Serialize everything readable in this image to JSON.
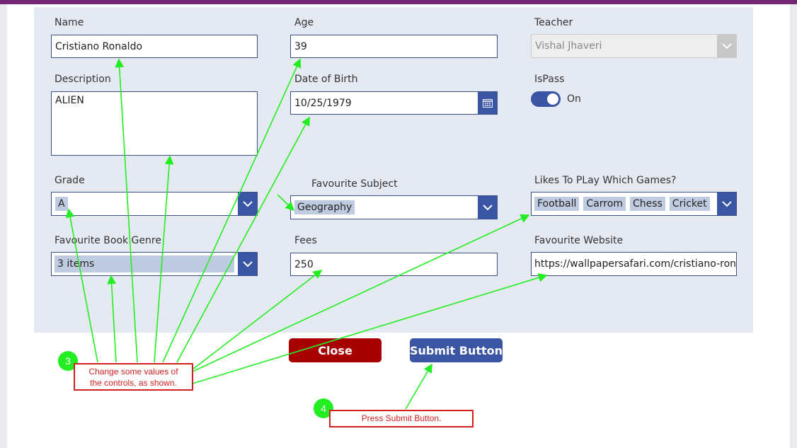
{
  "form": {
    "name": {
      "label": "Name",
      "value": "Cristiano Ronaldo"
    },
    "age": {
      "label": "Age",
      "value": "39"
    },
    "teacher": {
      "label": "Teacher",
      "value": "Vishal Jhaveri"
    },
    "description": {
      "label": "Description",
      "value": "ALIEN"
    },
    "dob": {
      "label": "Date of Birth",
      "value": "10/25/1979"
    },
    "ispass": {
      "label": "IsPass",
      "state": "On"
    },
    "grade": {
      "label": "Grade",
      "value": "A"
    },
    "subject": {
      "label": "Favourite Subject",
      "value": "Geography"
    },
    "games": {
      "label": "Likes To PLay Which Games?",
      "chips": [
        "Football",
        "Carrom",
        "Chess",
        "Cricket"
      ]
    },
    "genre": {
      "label": "Favourite Book Genre",
      "value": "3 items"
    },
    "fees": {
      "label": "Fees",
      "value": "250"
    },
    "website": {
      "label": "Favourite Website",
      "value": "https://wallpapersafari.com/cristiano-ronaldo"
    }
  },
  "buttons": {
    "close": "Close",
    "submit": "Submit Button"
  },
  "annotations": {
    "step3": {
      "number": "3",
      "line1": "Change some values of",
      "line2": "the controls, as shown."
    },
    "step4": {
      "number": "4",
      "text": "Press Submit Button."
    }
  },
  "colors": {
    "accent": "#3b55a5",
    "close": "#a80000",
    "topbar": "#742774",
    "annotation_red": "#d11f1f",
    "annotation_green": "#22ee22"
  }
}
